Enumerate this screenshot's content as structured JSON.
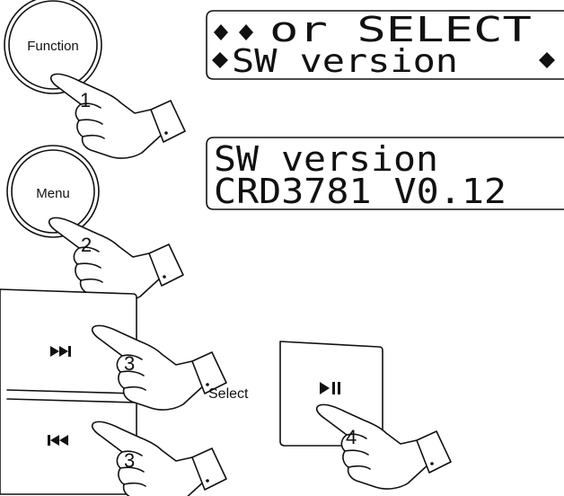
{
  "buttons": {
    "function_label": "Function",
    "menu_label": "Menu",
    "select_label": "Select"
  },
  "steps": {
    "step1": "1",
    "step2": "2",
    "step3a": "3",
    "step3b": "3",
    "step4": "4"
  },
  "displays": {
    "first": {
      "line1": "or SELECT",
      "line2": "SW version"
    },
    "second": {
      "line1": "SW version",
      "line2": "CRD3781 V0.12"
    }
  },
  "icons": {
    "skip_forward": "skip-forward-icon",
    "skip_back": "skip-back-icon",
    "play_pause": "play-pause-icon",
    "hand": "pointing-hand-icon"
  }
}
